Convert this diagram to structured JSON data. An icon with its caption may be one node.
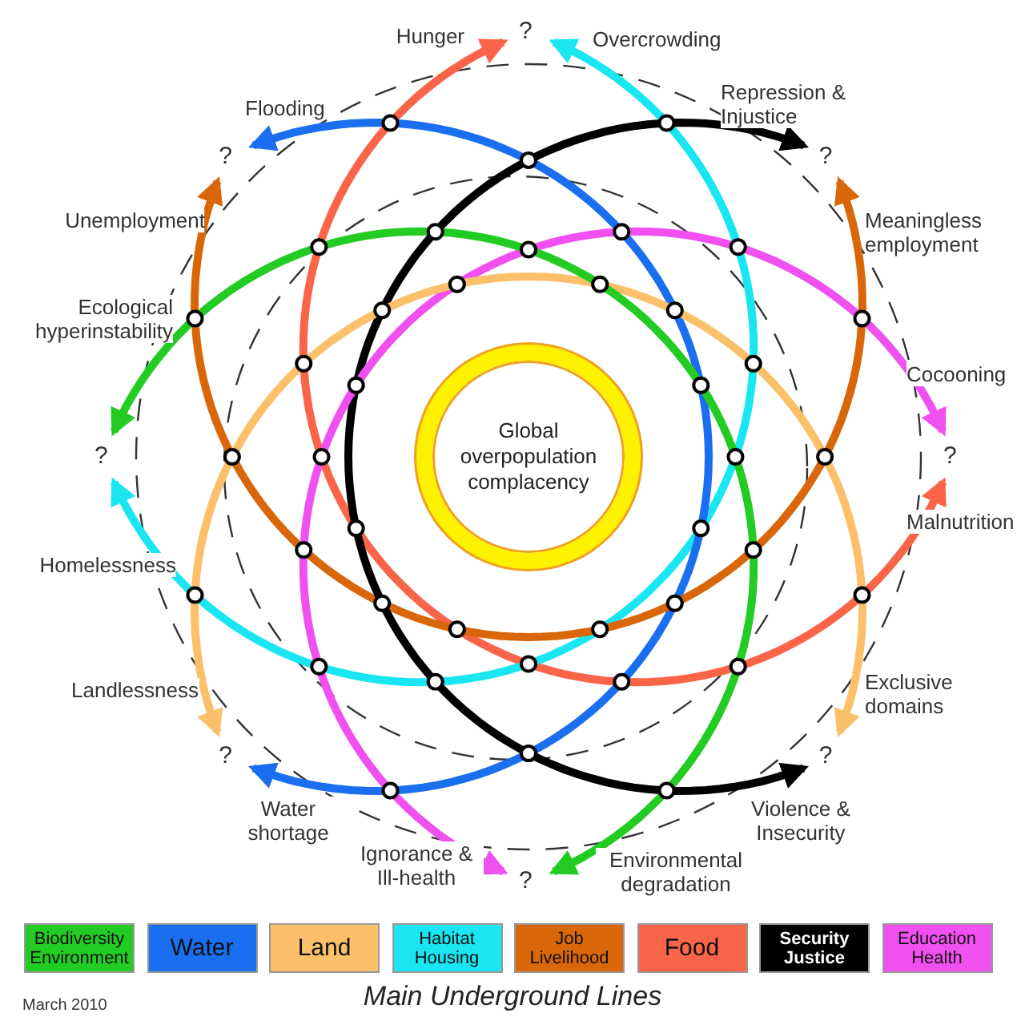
{
  "diagram": {
    "caption": "Main Underground Lines",
    "nodes": [
      {
        "text": [
          "?"
        ]
      },
      {
        "text": [
          "?"
        ]
      },
      {
        "text": [
          "?"
        ]
      },
      {
        "text": [
          "?"
        ]
      },
      {
        "text": [
          "Global overpopulation complacency"
        ]
      },
      {
        "text": [
          "?"
        ]
      },
      {
        "text": [
          "?"
        ]
      },
      {
        "text": [
          "?"
        ]
      },
      {
        "text": [
          "?"
        ]
      }
    ],
    "edges": [
      {
        "from": 0,
        "to": 5,
        "arrow": "both",
        "color": "#fa6448"
      },
      {
        "from": 0,
        "to": 3,
        "arrow": "both",
        "color": "#19e6f0"
      },
      {
        "from": 1,
        "to": 6,
        "arrow": "both",
        "color": "#1a6ef0"
      },
      {
        "from": 1,
        "to": 2,
        "arrow": "both",
        "color": "#d9670a"
      },
      {
        "from": 2,
        "to": 7,
        "arrow": "both",
        "color": "#000000"
      },
      {
        "from": 5,
        "to": 8,
        "arrow": "both",
        "color": "#f050f0"
      },
      {
        "from": 6,
        "to": 7,
        "arrow": "both",
        "color": "#fcbf6a"
      },
      {
        "from": 3,
        "to": 8,
        "arrow": "both",
        "color": "#22cc22"
      }
    ],
    "labels": [
      "Hunger",
      "Overcrowding",
      "Flooding",
      "Repression & Injustice",
      "Unemployment",
      "Meaningless employment",
      "Ecological hyperinstability",
      "Cocooning",
      "Malnutrition",
      "Homelessness",
      "Landlessness",
      "Exclusive domains",
      "Water shortage",
      "Violence & Insecurity",
      "Ignorance & Ill-health",
      "Environmental degradation",
      "March 2010"
    ],
    "legend": [
      {
        "text": "Biodiversity Environment",
        "color": "#22cc22"
      },
      {
        "text": "Water",
        "color": "#1a6ef0"
      },
      {
        "text": "Land",
        "color": "#fcbf6a"
      },
      {
        "text": "Habitat Housing",
        "color": "#19e6f0"
      },
      {
        "text": "Job Livelihood",
        "color": "#d9670a"
      },
      {
        "text": "Food",
        "color": "#fa6448"
      },
      {
        "text": "Security Justice",
        "color": "#000000"
      },
      {
        "text": "Education Health",
        "color": "#f050f0"
      }
    ]
  }
}
